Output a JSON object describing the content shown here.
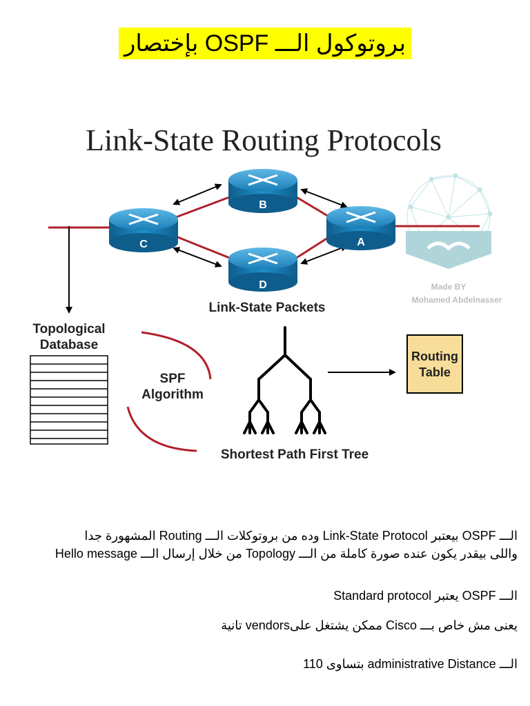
{
  "page": {
    "title": "بروتوكول الـــ OSPF بإختصار"
  },
  "diagram": {
    "heading": "Link-State Routing Protocols",
    "routers": {
      "a": "A",
      "b": "B",
      "c": "C",
      "d": "D"
    },
    "link_state_packets": "Link-State Packets",
    "database_line1": "Topological",
    "database_line2": "Database",
    "spf_line1": "SPF",
    "spf_line2": "Algorithm",
    "tree_label": "Shortest Path First Tree",
    "routing_table_line1": "Routing",
    "routing_table_line2": "Table"
  },
  "watermark": {
    "line1": "Made BY",
    "line2": "Mohamed Abdelnasser"
  },
  "paragraphs": {
    "p1_line1": "الـــ OSPF بيعتبر Link-State Protocol وده من بروتوكلات الـــ Routing المشهورة جدا",
    "p1_line2": "واللى بيقدر يكون عنده صورة كاملة من الـــ Topology من خلال إرسال الـــ Hello message",
    "p2": "الـــ OSPF يعتبر Standard protocol",
    "p3": "يعنى مش خاص بـــ Cisco ممكن يشتغل علىvendors تانية",
    "p4": "الـــ administrative Distance بتساوى 110"
  },
  "colors": {
    "title_highlight": "#ffff00",
    "router_blue": "#1e90c8",
    "link_red": "#b0202a",
    "routing_table_fill": "#f8dd9a",
    "watermark_teal": "#7fc3c8"
  }
}
